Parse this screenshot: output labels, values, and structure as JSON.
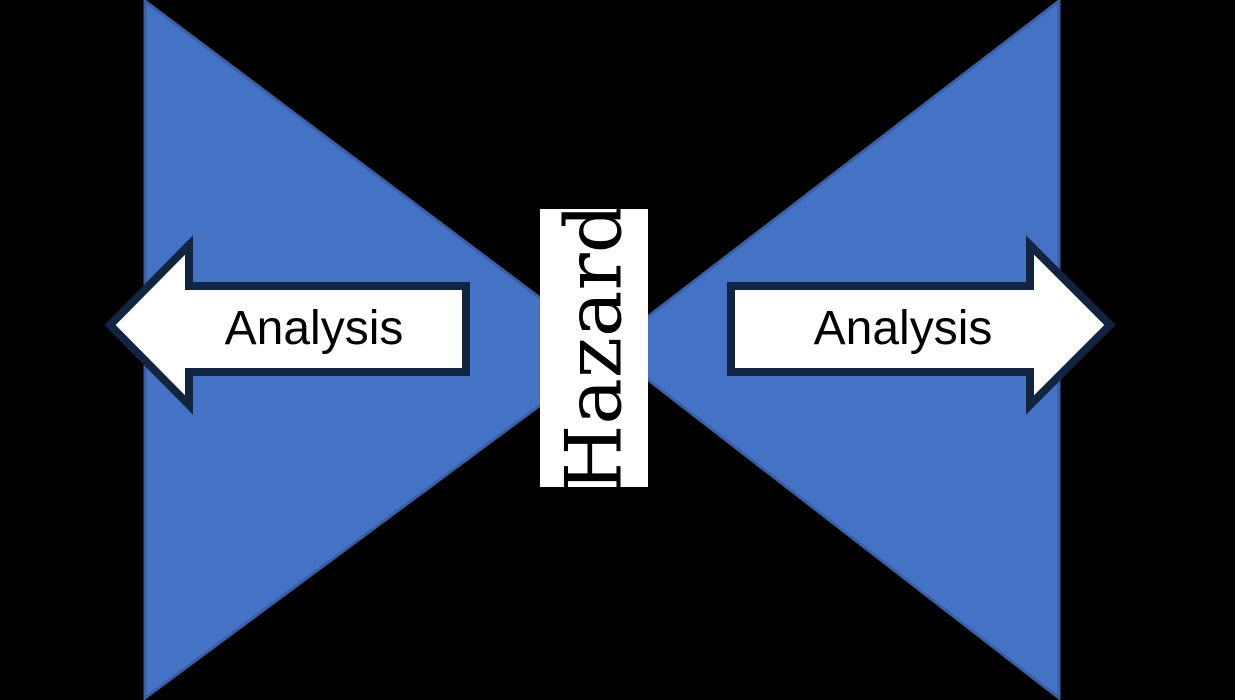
{
  "labels": {
    "hazard": "Hazard",
    "left_arrow": "Analysis",
    "right_arrow": "Analysis"
  },
  "colors": {
    "background": "#000000",
    "funnel_fill": "#4472C4",
    "funnel_border": "#3A5FA5",
    "arrow_fill": "#FFFFFF",
    "arrow_border": "#112440",
    "arrow_label_text": "#000000",
    "hazard_box_fill": "#FFFFFF",
    "hazard_text": "#000000"
  }
}
